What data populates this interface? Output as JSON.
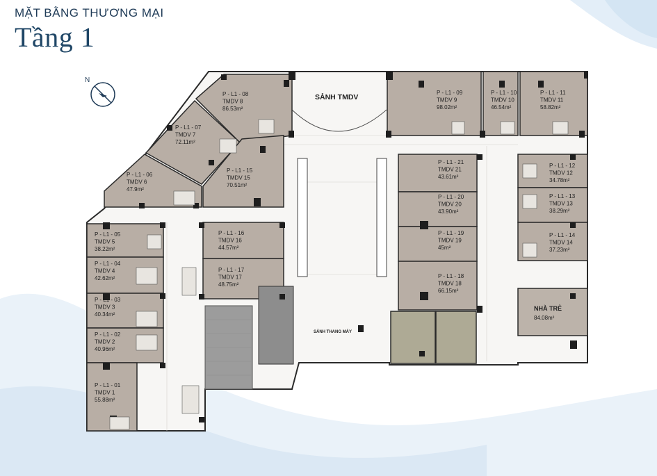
{
  "header": {
    "subtitle": "MẶT BẰNG THƯƠNG MẠI",
    "title": "Tầng 1"
  },
  "colors": {
    "unit_fill": "#b8aea5",
    "nursery_fill": "#bcb3aa",
    "lobby_fill": "#aeaa95",
    "elevator_fill": "#9c9c9c",
    "title": "#1f4666",
    "wall": "#2a2a2a"
  },
  "icons": {
    "compass": "north-arrow-icon"
  },
  "areas": {
    "lobby": "SẢNH TMDV",
    "elevator_lobby": "SẢNH THANG MÁY",
    "nursery_name": "NHÀ TRẺ",
    "nursery_area": "84.08m²"
  },
  "units": [
    {
      "code": "P - L1 - 01",
      "name": "TMDV 1",
      "area": "55.88m²"
    },
    {
      "code": "P - L1 - 02",
      "name": "TMDV 2",
      "area": "40.96m²"
    },
    {
      "code": "P - L1 - 03",
      "name": "TMDV 3",
      "area": "40.34m²"
    },
    {
      "code": "P - L1 - 04",
      "name": "TMDV 4",
      "area": "42.62m²"
    },
    {
      "code": "P - L1 - 05",
      "name": "TMDV 5",
      "area": "38.22m²"
    },
    {
      "code": "P - L1 - 06",
      "name": "TMDV 6",
      "area": "47.9m²"
    },
    {
      "code": "P - L1 - 07",
      "name": "TMDV 7",
      "area": "72.11m²"
    },
    {
      "code": "P - L1 - 08",
      "name": "TMDV 8",
      "area": "86.53m²"
    },
    {
      "code": "P - L1 - 09",
      "name": "TMDV 9",
      "area": "98.02m²"
    },
    {
      "code": "P - L1 - 10",
      "name": "TMDV 10",
      "area": "46.54m²"
    },
    {
      "code": "P - L1 - 11",
      "name": "TMDV 11",
      "area": "58.82m²"
    },
    {
      "code": "P - L1 - 12",
      "name": "TMDV 12",
      "area": "34.78m²"
    },
    {
      "code": "P - L1 - 13",
      "name": "TMDV 13",
      "area": "38.29m²"
    },
    {
      "code": "P - L1 - 14",
      "name": "TMDV 14",
      "area": "37.23m²"
    },
    {
      "code": "P - L1 - 15",
      "name": "TMDV 15",
      "area": "70.51m²"
    },
    {
      "code": "P - L1 - 16",
      "name": "TMDV 16",
      "area": "44.57m²"
    },
    {
      "code": "P - L1 - 17",
      "name": "TMDV 17",
      "area": "48.75m²"
    },
    {
      "code": "P - L1 - 18",
      "name": "TMDV 18",
      "area": "66.15m²"
    },
    {
      "code": "P - L1 - 19",
      "name": "TMDV 19",
      "area": "45m²"
    },
    {
      "code": "P - L1 - 20",
      "name": "TMDV 20",
      "area": "43.90m²"
    },
    {
      "code": "P - L1 - 21",
      "name": "TMDV 21",
      "area": "43.61m²"
    }
  ]
}
